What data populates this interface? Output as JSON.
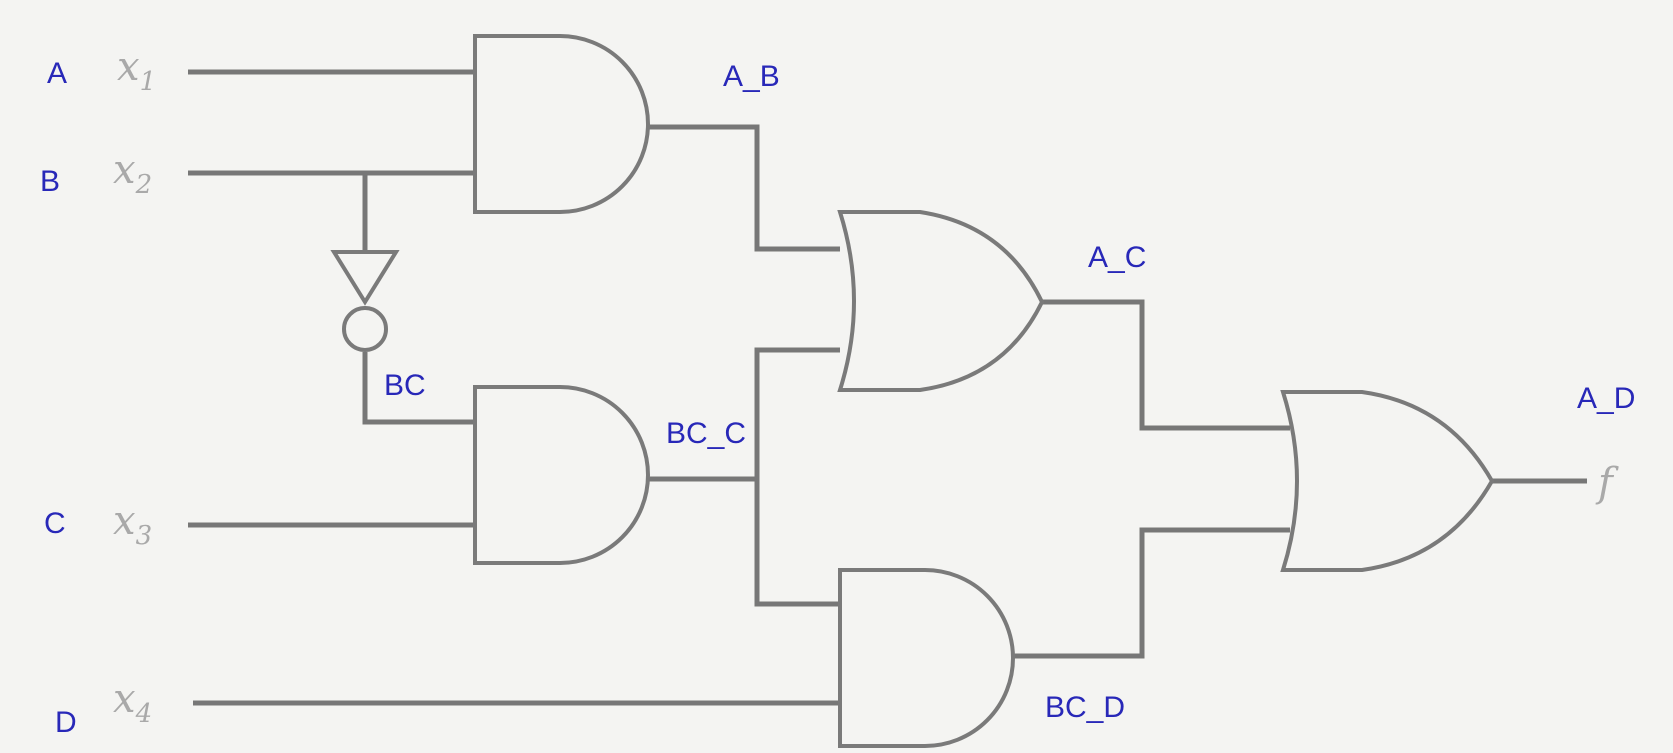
{
  "inputs": [
    {
      "label": "A",
      "var": "x",
      "sub": "1"
    },
    {
      "label": "B",
      "var": "x",
      "sub": "2"
    },
    {
      "label": "C",
      "var": "x",
      "sub": "3"
    },
    {
      "label": "D",
      "var": "x",
      "sub": "4"
    }
  ],
  "nets": {
    "a_b": "A_B",
    "bc": "BC",
    "bc_c": "BC_C",
    "a_c": "A_C",
    "bc_d": "BC_D",
    "a_d": "A_D"
  },
  "output": {
    "var": "f"
  },
  "colors": {
    "label": "#2828b8",
    "wire": "#777777",
    "variable": "#a9a9a9",
    "background": "#f4f4f2"
  }
}
